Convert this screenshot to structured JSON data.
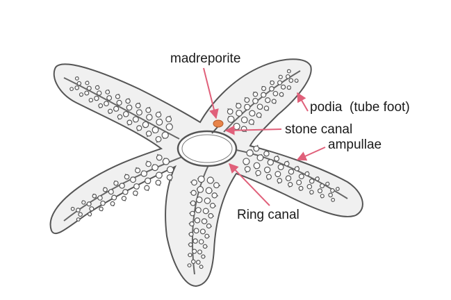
{
  "labels": {
    "madreporite": "madreporite",
    "podia": "podia  (tube foot)",
    "stone_canal": "stone canal",
    "ampullae": "ampullae",
    "ring_canal": "Ring canal"
  },
  "colors": {
    "outline": "#555555",
    "structure_fill": "#ffffff",
    "pointer": "#e0607a",
    "madreporite": "#e8844a",
    "text": "#1a1a1a"
  }
}
